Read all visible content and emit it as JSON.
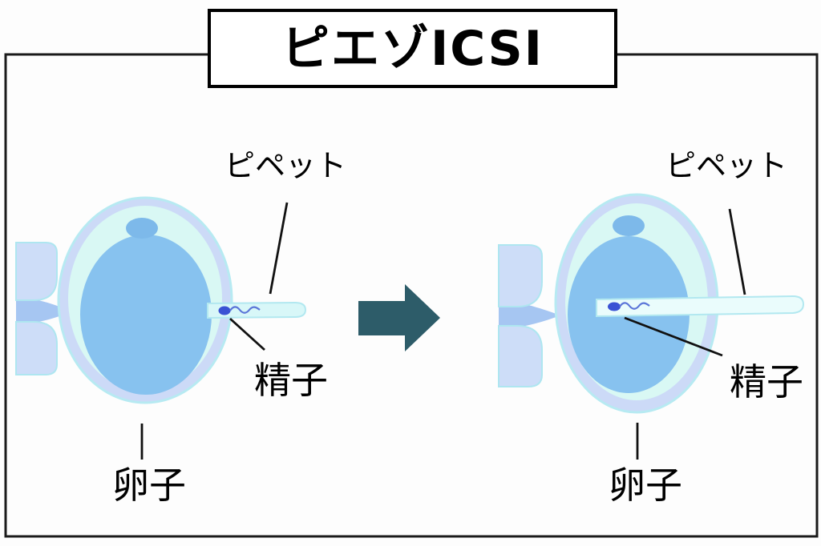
{
  "title": "ピエゾICSI",
  "diagram": {
    "left": {
      "pipette_label": "ピペット",
      "sperm_label": "精子",
      "egg_label": "卵子"
    },
    "right": {
      "pipette_label": "ピペット",
      "sperm_label": "精子",
      "egg_label": "卵子"
    }
  },
  "icons": {
    "arrow": "right-arrow"
  },
  "colors": {
    "frame_border": "#1a1a1a",
    "title_border": "#000000",
    "arrow": "#2d5c69",
    "zona_ring": "#ccdaf7",
    "zona_edge": "#b7eaf2",
    "egg_interior": "#d9f8f4",
    "cytoplasm": "#87c2ef",
    "polar_body": "#7db9ea",
    "holding_pipette": "#cdddf8",
    "holding_pipette_edge": "#aee6f0",
    "holding_funnel": "#a6c6f2",
    "pipette_bar_left": "#d8f7f8",
    "pipette_bar_right": "#eafcfc",
    "pipette_bar_edge": "#b2e8f0",
    "sperm_head": "#3a52d4",
    "sperm_tail": "#5b75d8",
    "pointer_line": "#111111"
  }
}
